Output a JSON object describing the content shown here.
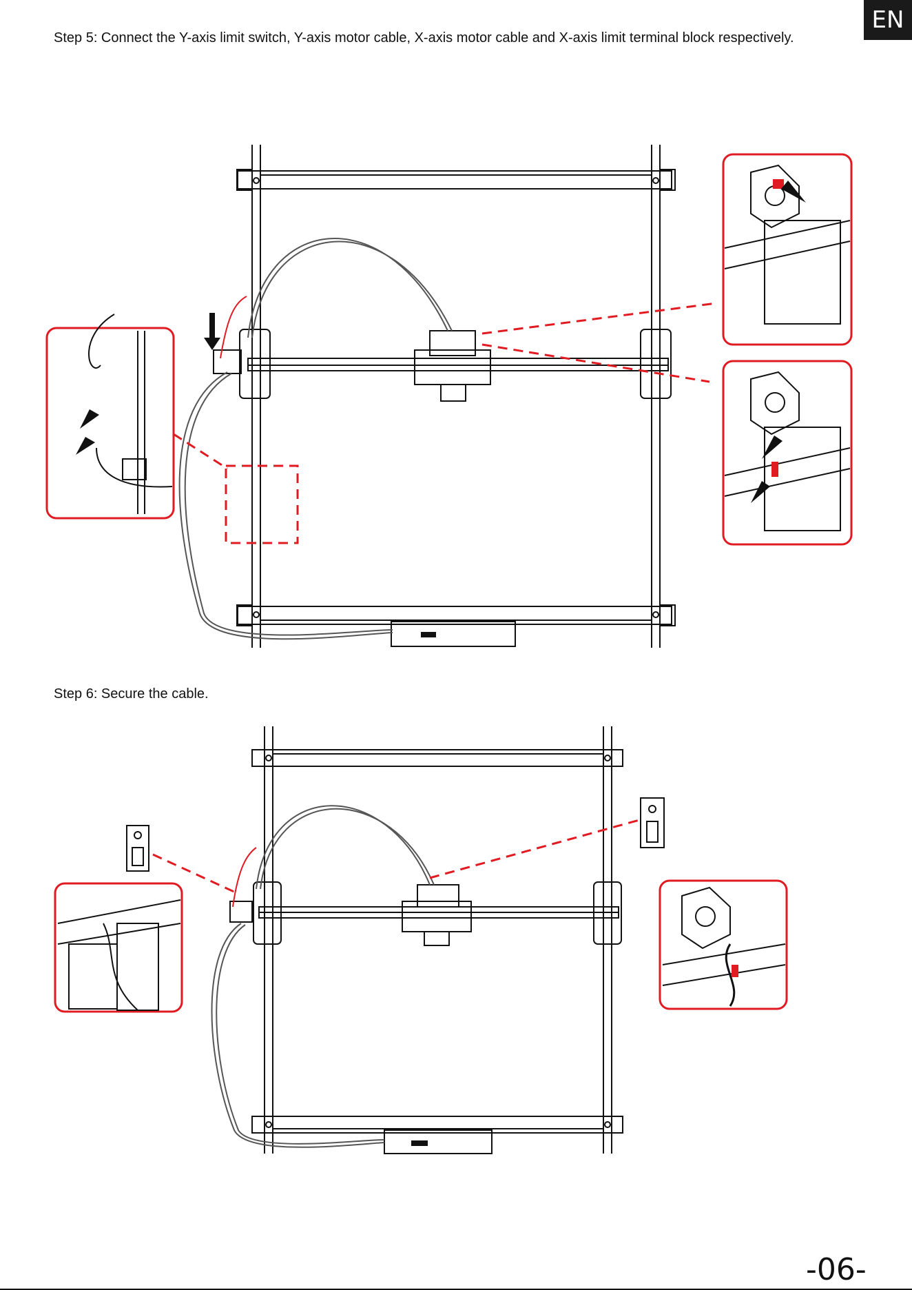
{
  "badge": {
    "language": "EN"
  },
  "steps": [
    {
      "text": "Step 5: Connect the Y-axis limit switch, Y-axis motor cable, X-axis motor cable and X-axis limit terminal block respectively."
    },
    {
      "text": "Step 6: Secure the cable."
    }
  ],
  "page": {
    "number": "-06-"
  },
  "colors": {
    "accent": "#e11b22",
    "line": "#111111",
    "badge_bg": "#1a1a1a"
  }
}
